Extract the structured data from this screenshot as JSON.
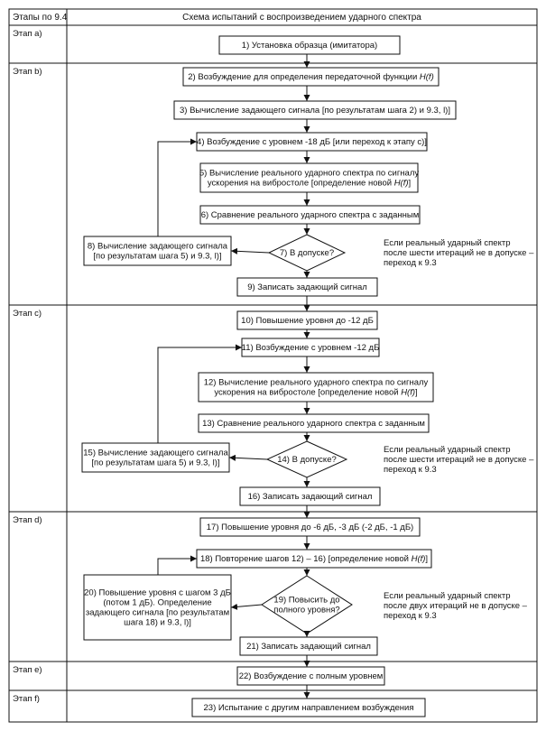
{
  "header": {
    "col1": "Этапы по 9.4",
    "col2": "Схема испытаний с воспроизведением ударного спектра"
  },
  "stages": [
    {
      "id": "a",
      "label": "Этап a)"
    },
    {
      "id": "b",
      "label": "Этап b)"
    },
    {
      "id": "c",
      "label": "Этап c)"
    },
    {
      "id": "d",
      "label": "Этап d)"
    },
    {
      "id": "e",
      "label": "Этап e)"
    },
    {
      "id": "f",
      "label": "Этап f)"
    }
  ],
  "nodes": [
    {
      "id": "n1",
      "type": "box",
      "lines": [
        "1) Установка образца (имитатора)"
      ]
    },
    {
      "id": "n2",
      "type": "box",
      "lines": [
        "2) Возбуждение для определения передаточной функции H(f)"
      ]
    },
    {
      "id": "n3",
      "type": "box",
      "lines": [
        "3) Вычисление задающего сигнала [по результатам шага 2) и 9.3, l)]"
      ]
    },
    {
      "id": "n4",
      "type": "box",
      "lines": [
        "4) Возбуждение с уровнем -18 дБ [или переход к этапу c)]"
      ]
    },
    {
      "id": "n5",
      "type": "box",
      "lines": [
        "5) Вычисление реального ударного спектра по сигналу",
        "ускорения на вибростоле [определение новой H(f)]"
      ]
    },
    {
      "id": "n6",
      "type": "box",
      "lines": [
        "6) Сравнение реального ударного спектра с заданным"
      ]
    },
    {
      "id": "n7",
      "type": "diamond",
      "lines": [
        "7) В допуске?"
      ]
    },
    {
      "id": "n8",
      "type": "box",
      "lines": [
        "8) Вычисление задающего сигнала",
        "[по результатам шага 5) и 9.3, l)]"
      ]
    },
    {
      "id": "n9",
      "type": "box",
      "lines": [
        "9) Записать задающий сигнал"
      ]
    },
    {
      "id": "n10",
      "type": "box",
      "lines": [
        "10) Повышение уровня до -12 дБ"
      ]
    },
    {
      "id": "n11",
      "type": "box",
      "lines": [
        "11) Возбуждение с уровнем -12 дБ"
      ]
    },
    {
      "id": "n12",
      "type": "box",
      "lines": [
        "12) Вычисление реального ударного спектра по сигналу",
        "ускорения на вибростоле [определение новой H(f)]"
      ]
    },
    {
      "id": "n13",
      "type": "box",
      "lines": [
        "13) Сравнение реального ударного спектра с заданным"
      ]
    },
    {
      "id": "n14",
      "type": "diamond",
      "lines": [
        "14) В допуске?"
      ]
    },
    {
      "id": "n15",
      "type": "box",
      "lines": [
        "15) Вычисление задающего сигнала",
        "[по результатам шага 5) и 9.3, l)]"
      ]
    },
    {
      "id": "n16",
      "type": "box",
      "lines": [
        "16) Записать задающий сигнал"
      ]
    },
    {
      "id": "n17",
      "type": "box",
      "lines": [
        "17) Повышение уровня до -6 дБ, -3 дБ (-2 дБ, -1 дБ)"
      ]
    },
    {
      "id": "n18",
      "type": "box",
      "lines": [
        "18) Повторение шагов 12) – 16) [определение новой H(f)]"
      ]
    },
    {
      "id": "n19",
      "type": "diamond",
      "lines": [
        "19) Повысить до",
        "полного уровня?"
      ]
    },
    {
      "id": "n20",
      "type": "box",
      "lines": [
        "20) Повышение уровня с шагом 3 дБ",
        "(потом 1 дБ). Определение",
        "задающего сигнала [по результатам",
        "шага 18) и 9.3, l)]"
      ]
    },
    {
      "id": "n21",
      "type": "box",
      "lines": [
        "21) Записать задающий сигнал"
      ]
    },
    {
      "id": "n22",
      "type": "box",
      "lines": [
        "22) Возбуждение с полным уровнем"
      ]
    },
    {
      "id": "n23",
      "type": "box",
      "lines": [
        "23) Испытание с другим направлением возбуждения"
      ]
    }
  ],
  "notes": [
    {
      "id": "note7",
      "lines": [
        "Если реальный ударный спектр",
        "после шести итераций не в допуске –",
        "переход к 9.3"
      ]
    },
    {
      "id": "note14",
      "lines": [
        "Если реальный ударный спектр",
        "после шести итераций не в допуске –",
        "переход к 9.3"
      ]
    },
    {
      "id": "note19",
      "lines": [
        "Если реальный ударный спектр",
        "после двух итераций не в допуске –",
        "переход к 9.3"
      ]
    }
  ]
}
